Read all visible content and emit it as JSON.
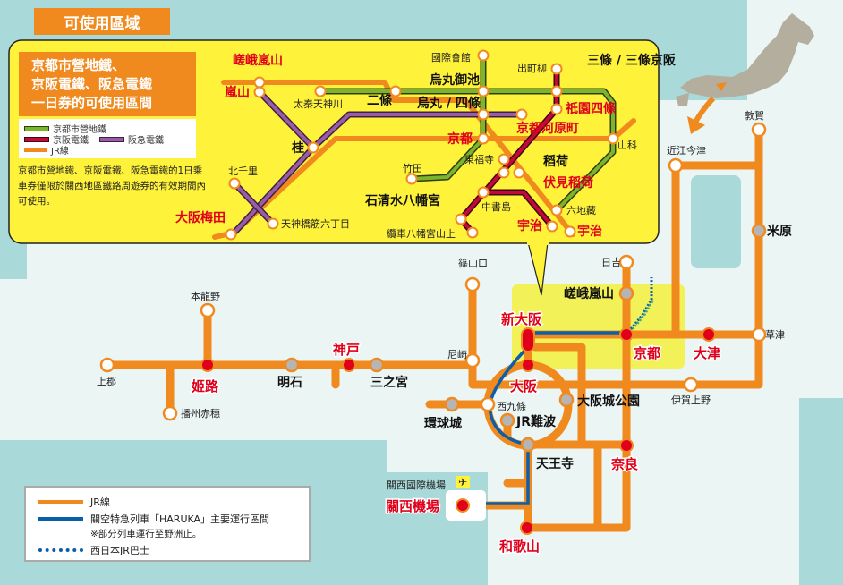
{
  "title": "可使用區域",
  "colors": {
    "jr": "#f08a1f",
    "haruka": "#0a5fa8",
    "bus": "#0a5fa8",
    "subway": "#7cb52b",
    "keihan": "#c4083a",
    "hankyu": "#9c5ba8",
    "major_station": "#e0001b",
    "inset_bg": "#fff23a",
    "sea": "#a9d9d8"
  },
  "inset": {
    "heading": [
      "京都市營地鐵、",
      "京阪電鐵、阪急電鐵",
      "一日券的可使用區間"
    ],
    "legend": {
      "subway": "京都市營地鐵",
      "keihan": "京阪電鐵",
      "hankyu": "阪急電鐵",
      "jr": "JR線"
    },
    "note": "京都市營地鐵、京阪電鐵、阪急電鐵的1日乘車券僅限於關西地區鐵路周遊券的有效期間內可使用。",
    "stations": {
      "sagaarashiyama": "嵯峨嵐山",
      "arashiyama": "嵐山",
      "uzumasa": "太秦天神川",
      "katsura": "桂",
      "kitasenri": "北千里",
      "umeda": "大阪梅田",
      "tenjinbashi": "天神橋筋六丁目",
      "kokusaikaikan": "國際會館",
      "karasumaoike": "烏丸御池",
      "nijo": "二條",
      "shijo": "烏丸 / 四條",
      "kyoto": "京都",
      "takeda": "竹田",
      "tofukuji": "東福寺",
      "inari": "稻荷",
      "fushimiinari": "伏見稻荷",
      "iwashimizu": "石清水八幡宮",
      "chushojima": "中書島",
      "cable": "纜車八幡宮山上",
      "uji_keihan": "宇治",
      "uji_jr": "宇治",
      "rokujizo": "六地藏",
      "yamashina": "山科",
      "kawaramachi": "京都河原町",
      "gion": "祇園四條",
      "demachi": "出町柳",
      "sanjo": "三條 / 三條京阪"
    }
  },
  "map": {
    "stations": {
      "kamigori": "上郡",
      "tatsuno": "本龍野",
      "himeji": "姬路",
      "ako": "播州赤穗",
      "akashi": "明石",
      "kobe": "神戸",
      "sannomiya": "三之宮",
      "amagasaki": "尼崎",
      "sasayama": "篠山口",
      "shinosaka": "新大阪",
      "osaka": "大阪",
      "nishikujo": "西九條",
      "usj": "環球城",
      "namba": "JR難波",
      "osakajo": "大阪城公園",
      "tennoji": "天王寺",
      "kix_label": "關西國際機場",
      "kix": "關西機場",
      "wakayama": "和歌山",
      "nara": "奈良",
      "kyoto": "京都",
      "saga": "嵯峨嵐山",
      "hiyoshi": "日吉",
      "otsu": "大津",
      "kusatsu": "草津",
      "iga": "伊賀上野",
      "maibara": "米原",
      "omiimazu": "近江今津",
      "tsuruga": "敦賀"
    }
  },
  "legend": {
    "jr": "JR線",
    "haruka": "關空特急列車「HARUKA」主要運行區間",
    "haruka_note": "※部分列車運行至野洲止。",
    "bus": "西日本JR巴士"
  }
}
